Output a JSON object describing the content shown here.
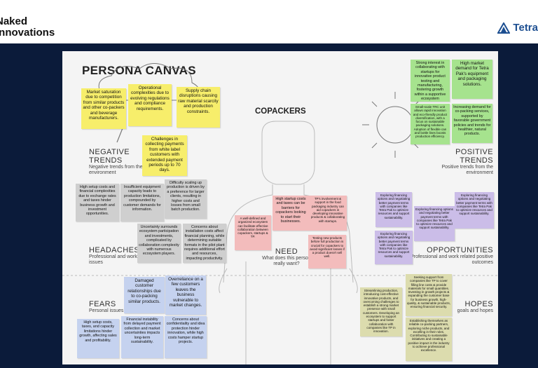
{
  "header": {
    "logo_left_line1": "Naked",
    "logo_left_line2": "Innovations",
    "logo_right": "Tetra"
  },
  "canvas": {
    "title": "PERSONA CANVAS",
    "center_label": "COPACKERS",
    "zones": {
      "negative_trends": {
        "title": "NEGATIVE TRENDS",
        "sub": "Negative trends from the environment"
      },
      "positive_trends": {
        "title": "POSITIVE TRENDS",
        "sub": "Positive trends from the environment"
      },
      "headaches": {
        "title": "HEADACHES",
        "sub": "Professional and work related issues"
      },
      "opportunities": {
        "title": "OPPORTUNITIES",
        "sub": "Professional and work related positive outcomes"
      },
      "need": {
        "title": "NEED",
        "sub": "What does this person really want?"
      },
      "fears": {
        "title": "FEARS",
        "sub": "Personal issues"
      },
      "hopes": {
        "title": "HOPES",
        "sub": "goals and hopes"
      }
    },
    "notes": {
      "y1": "Market saturation due to competition from similar products and other co-packers and beverage manufacturers.",
      "y2": "Operational complexities due to evolving regulations and compliance requirements.",
      "y3": "Supply chain disruptions causing raw material scarcity and production constraints.",
      "y4": "Challenges in collecting payments from white label customers with extended payment periods up to 70 days.",
      "g1": "High setup costs and financial complexities due to exchange rates and taxes hinder business growth and investment opportunities.",
      "g2": "Insufficient equipment capacity leads to production limitations, compounded by customer demands for information.",
      "g3": "Difficulty scaling up production is driven by a preference for larger clients, resulting in higher costs and losses from small batch production.",
      "g4": "Uncertainty surrounds ecosystem participation and investments, complicated by collaboration complexity with numerous ecosystem players.",
      "g5": "Concerns about installation costs affect financial planning, while determining suitable formats in the pilot plant requires additional effort and resources, impacting productivity.",
      "b1": "Damaged customer relationships due to co-packing similar products.",
      "b2": "Overreliance on a few customers leaves the business vulnerable to market changes.",
      "b3": "High setup costs, taxes, and capacity limitations hinder growth, affecting sales and profitability.",
      "b4": "Financial instability from delayed payment collection and market uncertainties impacts long-term sustainability.",
      "b5": "Concerns about confidentiality and idea protection hinder innovation, while high costs hamper startup projects.",
      "p1": "A well-defined and organized ecosystem can facilitate effective collaboration between copackers, startups & TP.",
      "p2": "High startup costs and taxes can be barriers for copackers looking to start their businesses.",
      "p3": "TP's involvement & support in the food packaging industry can aid copackers in developing innovative products & collaborating with startups.",
      "p4": "Testing new products before full production is crucial for copackers to avoid significant losses if a product doesn't sell well.",
      "gr1": "Strong interest in collaborating with startups for innovative product testing and manufacturing, fostering growth within a supportive ecosystem",
      "gr2": "High market demand for Tetra Pak's equipment and packaging solutions.",
      "gr3": "Small-scale TRC unit allows rapid innovation and eco-friendly product diversification, with a focus on sustainable packaging solutions. Adoption of flexible can and bottle lines boosts production efficiency.",
      "gr4": "Increasing demand for co-packing services, supported by favorable government policies and trends for healthier, natural products.",
      "pu1": "Exploring financing options and negotiating better payment terms with companies like Tetra Pak to optimize resources and support sustainability.",
      "pu2": "Exploring financing options and negotiating better payment terms with companies like Tetra Pak to optimize resources and support sustainability.",
      "pu3": "Exploring financing options and negotiating better payment terms with companies like Tetra Pak to optimize resources and support sustainability.",
      "pu4": "Exploring financing options and negotiating better payment terms with companies like Tetra Pak to optimize resources and support sustainability.",
      "k1": "Streamlining production, introducing cost-effective innovative products, and overcoming challenges to establish a strong market presence with small customers. Developing an ecosystem to support startups and foster collaboration with companies like TP in innovation.",
      "k2": "Seeking support from companies like TP to cover filling line costs & provide materials for small quantities. Investing in growth projects & expanding the customer base for business growth, high-quality, & sustainable products, ensuring financial security.",
      "k3": "Establishing themselves as reliable co-packing partners, exploring niche products, and excelling in their roles. Contributing to sustainable initiatives and creating a positive impact in the industry to achieve professional excellence."
    }
  },
  "colors": {
    "navy": "#0b1b3a",
    "yellow": "#f7ee6b",
    "grey": "#cfcfcf",
    "blue": "#c5d2ef",
    "pink": "#f3bcbc",
    "purple": "#cbbde8",
    "green": "#a6e38e",
    "khaki": "#dcdcae",
    "tetra_blue": "#1d4f91"
  },
  "icons": [
    "sun-icon",
    "cloud-icon",
    "rain-icon",
    "lightning-icon",
    "tetra-logo-icon"
  ]
}
